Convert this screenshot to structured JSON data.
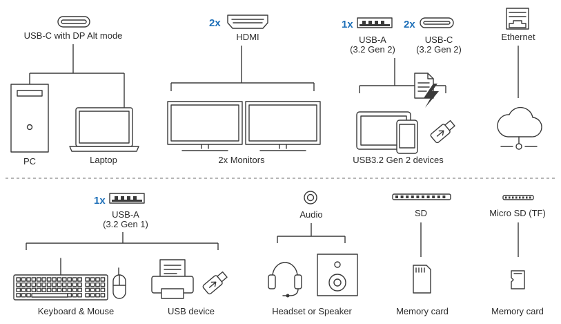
{
  "top": {
    "usbc_dp": {
      "port_label": "USB-C with DP Alt mode",
      "pc_label": "PC",
      "laptop_label": "Laptop"
    },
    "hdmi": {
      "count": "2x",
      "port_label": "HDMI",
      "monitors_label": "2x Monitors"
    },
    "usb32": {
      "usba_count": "1x",
      "usba_label_1": "USB-A",
      "usba_label_2": "(3.2 Gen 2)",
      "usbc_count": "2x",
      "usbc_label_1": "USB-C",
      "usbc_label_2": "(3.2 Gen 2)",
      "devices_label": "USB3.2 Gen 2 devices"
    },
    "ethernet": {
      "port_label": "Ethernet"
    }
  },
  "bottom": {
    "usba31": {
      "count": "1x",
      "port_label_1": "USB-A",
      "port_label_2": "(3.2 Gen 1)",
      "keyboard_label": "Keyboard & Mouse",
      "usb_device_label": "USB device"
    },
    "audio": {
      "port_label": "Audio",
      "device_label": "Headset or Speaker"
    },
    "sd": {
      "port_label": "SD",
      "card_label": "Memory card"
    },
    "microsd": {
      "port_label": "Micro SD (TF)",
      "card_label": "Memory card"
    }
  },
  "colors": {
    "accent": "#1d6fb8",
    "line": "#3a3a3a",
    "divider": "#8a8a8a"
  }
}
